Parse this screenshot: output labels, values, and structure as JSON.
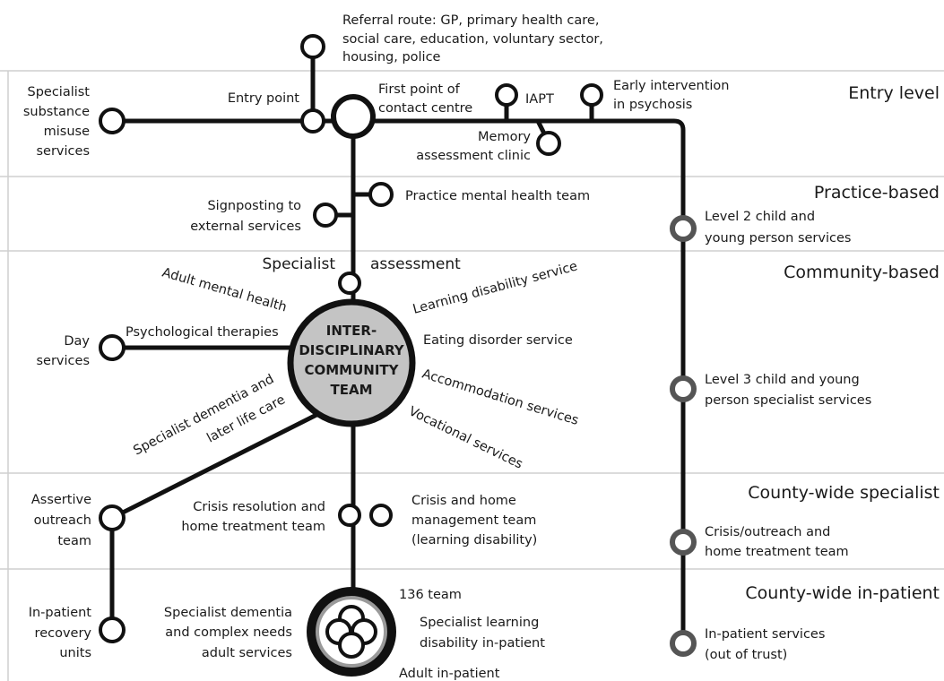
{
  "tiers": {
    "entry": "Entry level",
    "practice": "Practice-based",
    "community": "Community-based",
    "county_specialist": "County-wide specialist",
    "county_inpatient": "County-wide in-patient"
  },
  "referral": {
    "line1": "Referral route: GP, primary health care,",
    "line2": "social care, education, voluntary sector,",
    "line3": "housing, police"
  },
  "entry": {
    "substance": [
      "Specialist",
      "substance",
      "misuse",
      "services"
    ],
    "entry_point": "Entry point",
    "first_contact": [
      "First point of",
      "contact centre"
    ],
    "iapt": "IAPT",
    "early_intervention": [
      "Early intervention",
      "in psychosis"
    ],
    "memory": [
      "Memory",
      "assessment clinic"
    ]
  },
  "practice": {
    "pmht": "Practice mental health team",
    "signposting": [
      "Signposting to",
      "external services"
    ],
    "level2": [
      "Level 2 child and",
      "young person services"
    ]
  },
  "community": {
    "specialist": "Specialist",
    "assessment": "assessment",
    "hub": [
      "INTER-",
      "DISCIPLINARY",
      "COMMUNITY",
      "TEAM"
    ],
    "adult_mh": "Adult mental health",
    "psych": "Psychological therapies",
    "day": [
      "Day",
      "services"
    ],
    "dementia": [
      "Specialist dementia and",
      "later life care"
    ],
    "learning": "Learning disability service",
    "eating": "Eating disorder service",
    "accommodation": "Accommodation services",
    "vocational": "Vocational services",
    "level3": [
      "Level 3 child and young",
      "person specialist services"
    ]
  },
  "county": {
    "assertive": [
      "Assertive",
      "outreach",
      "team"
    ],
    "crisis_resolution": [
      "Crisis resolution and",
      "home treatment team"
    ],
    "crisis_home": [
      "Crisis and home",
      "management team",
      "(learning disability)"
    ],
    "crisis_outreach": [
      "Crisis/outreach and",
      "home treatment team"
    ]
  },
  "inpatient": {
    "recovery": [
      "In-patient",
      "recovery",
      "units"
    ],
    "dementia_complex": [
      "Specialist dementia",
      "and complex needs",
      "adult services"
    ],
    "team136": "136 team",
    "ld_inpatient": [
      "Specialist learning",
      "disability in-patient"
    ],
    "adult": "Adult in-patient",
    "out_of_trust": [
      "In-patient services",
      "(out of trust)"
    ]
  },
  "colors": {
    "line": "#111111",
    "band_border": "#cfcfcf",
    "hub_fill": "#c4c4c4",
    "stop_ring_outer": "#555555",
    "inpatient_ring": "#9a9a9a"
  }
}
